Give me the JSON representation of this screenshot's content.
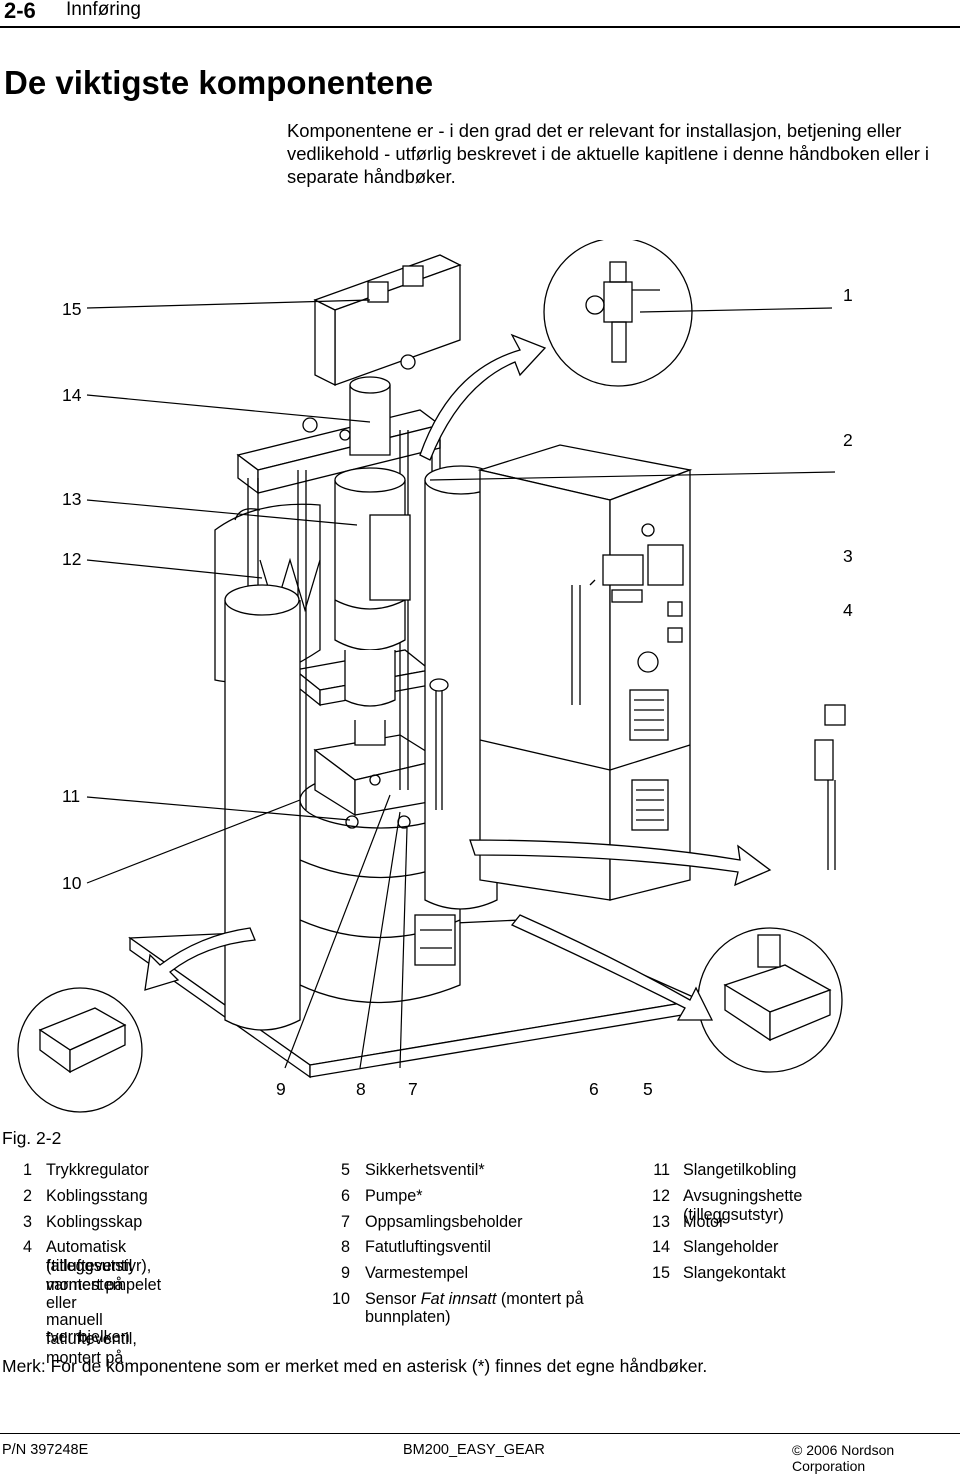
{
  "header": {
    "page_number": "2-6",
    "section": "Innføring"
  },
  "title": "De viktigste komponentene",
  "intro": "Komponentene er - i den grad det er relevant for installasjon, betjening eller vedlikehold - utførlig beskrevet i de aktuelle kapitlene i denne håndboken eller i separate håndbøker.",
  "figure": {
    "callouts": {
      "c1": "1",
      "c2": "2",
      "c3": "3",
      "c4": "4",
      "c5": "5",
      "c6": "6",
      "c7": "7",
      "c8": "8",
      "c9": "9",
      "c10": "10",
      "c11": "11",
      "c12": "12",
      "c13": "13",
      "c14": "14",
      "c15": "15"
    },
    "caption": "Fig. 2-2"
  },
  "legend": {
    "col1": [
      {
        "num": "1",
        "text": "Trykkregulator"
      },
      {
        "num": "2",
        "text": "Koblingsstang"
      },
      {
        "num": "3",
        "text": "Koblingsskap"
      },
      {
        "num": "4",
        "line1": "Automatisk fatlufteventil",
        "line2": "(tilleggsutstyr), montert på",
        "line3": "varmestempelet",
        "line4": "eller",
        "line5": "manuell fatlufteventil, montert på",
        "line6": "tverrbjelken"
      }
    ],
    "col2": [
      {
        "num": "5",
        "text": "Sikkerhetsventil*"
      },
      {
        "num": "6",
        "text": "Pumpe*"
      },
      {
        "num": "7",
        "text": "Oppsamlingsbeholder"
      },
      {
        "num": "8",
        "text": "Fatutluftingsventil"
      },
      {
        "num": "9",
        "text": "Varmestempel"
      },
      {
        "num": "10",
        "pre": "Sensor ",
        "italic": "Fat innsatt",
        "post": " (montert på",
        "line2": "bunnplaten)"
      }
    ],
    "col3": [
      {
        "num": "11",
        "text": "Slangetilkobling"
      },
      {
        "num": "12",
        "text": "Avsugningshette (tilleggsutstyr)"
      },
      {
        "num": "13",
        "text": "Motor"
      },
      {
        "num": "14",
        "text": "Slangeholder"
      },
      {
        "num": "15",
        "text": "Slangekontakt"
      }
    ]
  },
  "note": "Merk: For de komponentene som er merket med en asterisk (*) finnes det egne håndbøker.",
  "footer": {
    "part_number": "P/N 397248E",
    "doc_id": "BM200_EASY_GEAR",
    "copyright": "© 2006 Nordson Corporation"
  }
}
